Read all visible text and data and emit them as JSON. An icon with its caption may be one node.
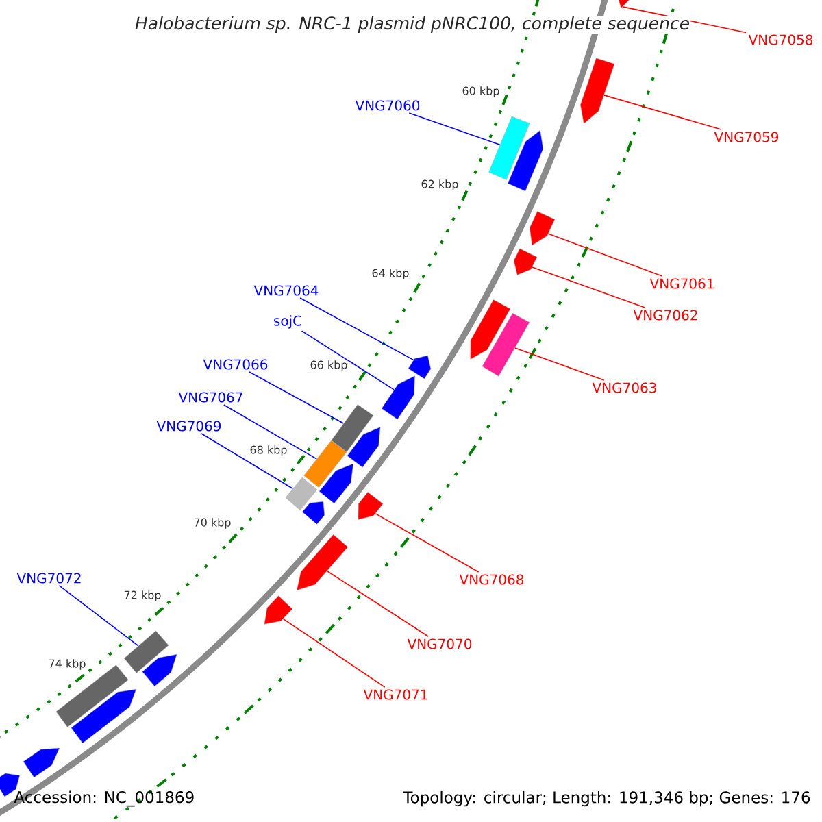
{
  "diagram": {
    "title": "Halobacterium sp. NRC-1 plasmid pNRC100, complete sequence",
    "nodes": [
      {
        "text": [
          "VNG7058"
        ]
      },
      {
        "text": [
          "VNG7059"
        ]
      },
      {
        "text": [
          "VNG7060"
        ]
      },
      {
        "text": [
          "VNG7061"
        ]
      },
      {
        "text": [
          "VNG7062"
        ]
      },
      {
        "text": [
          "VNG7063"
        ]
      },
      {
        "text": [
          "VNG7064"
        ]
      },
      {
        "text": [
          "sojC"
        ]
      },
      {
        "text": [
          "VNG7066"
        ]
      },
      {
        "text": [
          "VNG7067"
        ]
      },
      {
        "text": [
          "VNG7069"
        ]
      },
      {
        "text": [
          "VNG7068"
        ]
      },
      {
        "text": [
          "VNG7070"
        ]
      },
      {
        "text": [
          "VNG7071"
        ]
      },
      {
        "text": [
          "VNG7072"
        ]
      },
      {
        "text": [],
        "shape": "arrow"
      },
      {
        "text": [],
        "shape": "arrow"
      },
      {
        "text": [],
        "shape": "box"
      },
      {
        "text": [],
        "shape": "arrow"
      },
      {
        "text": [],
        "shape": "arrow"
      },
      {
        "text": [],
        "shape": "arrow"
      },
      {
        "text": [],
        "shape": "arrow"
      },
      {
        "text": [],
        "shape": "box"
      },
      {
        "text": [],
        "shape": "arrow"
      },
      {
        "text": [],
        "shape": "arrow"
      },
      {
        "text": [],
        "shape": "box"
      },
      {
        "text": [],
        "shape": "arrow"
      },
      {
        "text": [],
        "shape": "box"
      },
      {
        "text": [],
        "shape": "arrow"
      },
      {
        "text": [],
        "shape": "arrow"
      },
      {
        "text": [],
        "shape": "box"
      },
      {
        "text": [],
        "shape": "arrow"
      },
      {
        "text": [],
        "shape": "arrow"
      },
      {
        "text": [],
        "shape": "arrow"
      },
      {
        "text": [],
        "shape": "box"
      },
      {
        "text": [],
        "shape": "arrow"
      },
      {
        "text": [],
        "shape": "box"
      },
      {
        "text": [],
        "shape": "arrow"
      },
      {
        "text": [],
        "shape": "arrow"
      },
      {
        "text": [],
        "shape": "arrow"
      }
    ],
    "edges": [
      {
        "from": 0,
        "to": 15,
        "arrow": "none"
      },
      {
        "from": 1,
        "to": 16,
        "arrow": "none"
      },
      {
        "from": 2,
        "to": 17,
        "arrow": "none",
        "color": "#0000ff"
      },
      {
        "from": 3,
        "to": 19,
        "arrow": "none"
      },
      {
        "from": 4,
        "to": 20,
        "arrow": "none"
      },
      {
        "from": 5,
        "to": 22,
        "arrow": "none"
      },
      {
        "from": 6,
        "to": 23,
        "arrow": "none",
        "color": "#0000ff"
      },
      {
        "from": 7,
        "to": 24,
        "arrow": "none",
        "color": "#0000ff"
      },
      {
        "from": 8,
        "to": 25,
        "arrow": "none",
        "color": "#0000ff"
      },
      {
        "from": 9,
        "to": 27,
        "arrow": "none",
        "color": "#0000ff"
      },
      {
        "from": 10,
        "to": 30,
        "arrow": "none",
        "color": "#0000ff"
      },
      {
        "from": 11,
        "to": 29,
        "arrow": "none"
      },
      {
        "from": 12,
        "to": 32,
        "arrow": "none"
      },
      {
        "from": 13,
        "to": 33,
        "arrow": "none"
      },
      {
        "from": 14,
        "to": 34,
        "arrow": "none",
        "color": "#0000ff"
      }
    ],
    "labels": [
      "60 kbp",
      "62 kbp",
      "64 kbp",
      "66 kbp",
      "68 kbp",
      "70 kbp",
      "72 kbp",
      "74 kbp",
      "Accession: NC_001869",
      "Topology: circular; Length: 191,346 bp; Genes: 176"
    ]
  }
}
